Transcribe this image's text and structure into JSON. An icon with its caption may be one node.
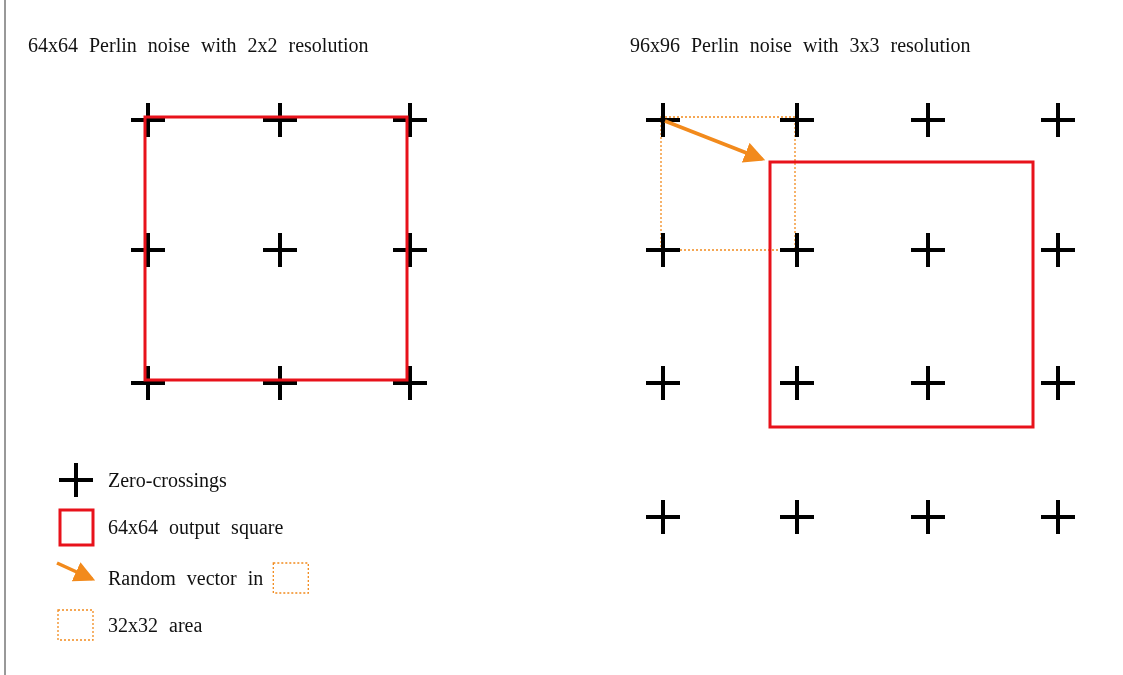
{
  "diagram": {
    "labels": [
      "64x64 Perlin noise with 2x2 resolution",
      "96x96 Perlin noise with 3x3 resolution"
    ],
    "legend": [
      {
        "text": "Zero-crossings"
      },
      {
        "text": "64x64 output square"
      },
      {
        "text": "Random vector in"
      },
      {
        "text": "32x32 area"
      }
    ]
  }
}
